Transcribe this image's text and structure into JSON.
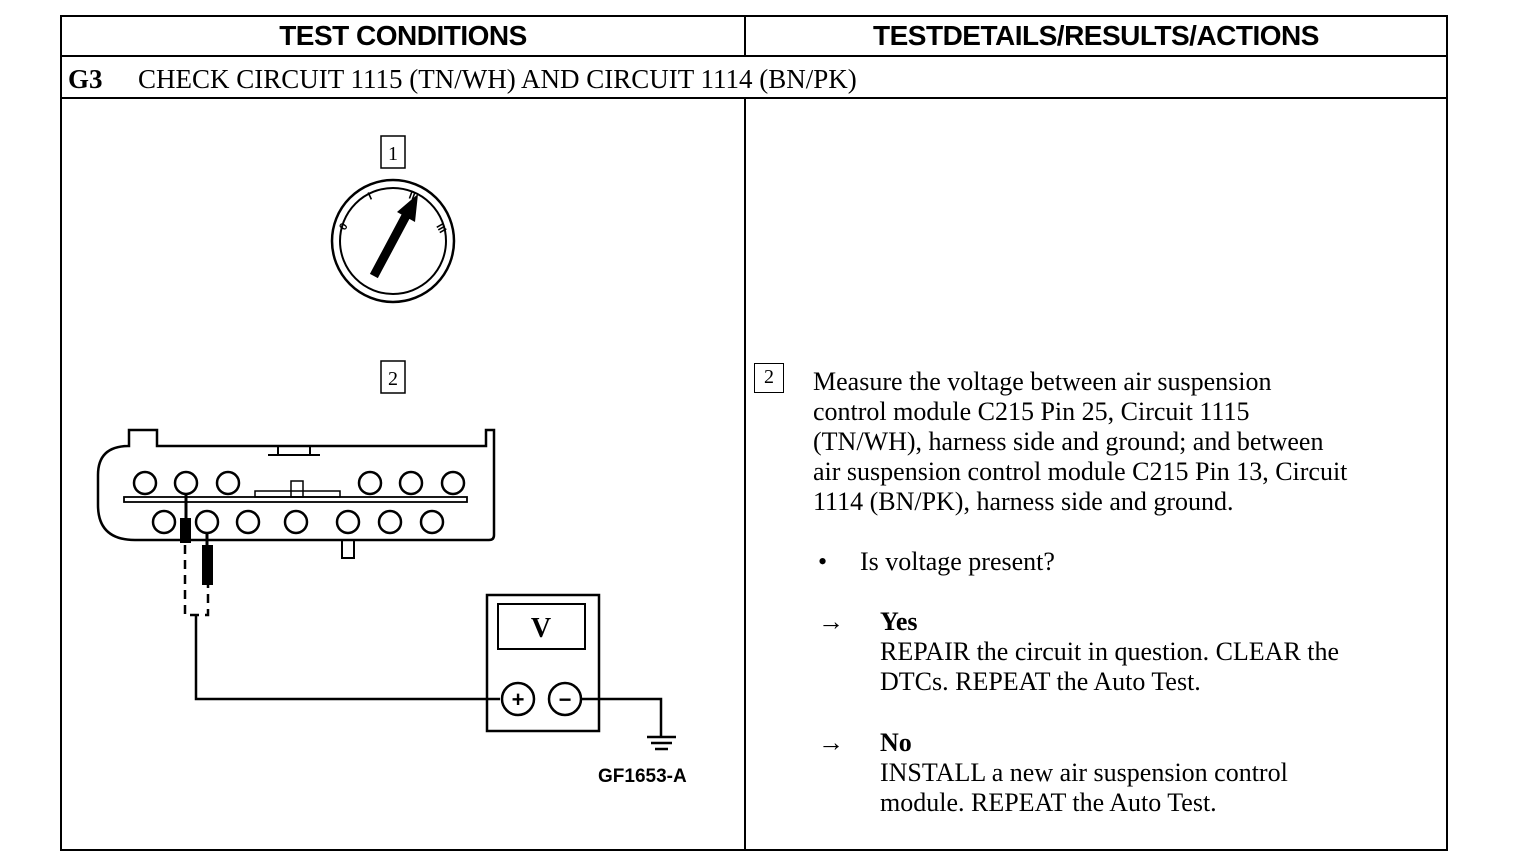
{
  "header": {
    "left": "TEST CONDITIONS",
    "right": "TESTDETAILS/RESULTS/ACTIONS"
  },
  "step": {
    "code": "G3",
    "title": "CHECK CIRCUIT 1115 (TN/WH) AND CIRCUIT 1114 (BN/PK)"
  },
  "figure": {
    "step1_label": "1",
    "step2_label": "2",
    "meter_symbol": "V",
    "plus": "+",
    "minus": "−",
    "figure_code": "GF1653-A",
    "ignition_positions": [
      "0",
      "I",
      "II",
      "III"
    ]
  },
  "details": {
    "step_number": "2",
    "instruction_lines": [
      "Measure the voltage between air suspension",
      "control module C215 Pin 25, Circuit 1115",
      "(TN/WH), harness side and ground; and between",
      "air suspension control module C215 Pin 13, Circuit",
      "1114 (BN/PK), harness side and ground."
    ],
    "bullet": "•",
    "question": "Is voltage present?",
    "arrow": "→",
    "yes": {
      "label": "Yes",
      "lines": [
        "REPAIR the circuit in question. CLEAR the",
        "DTCs. REPEAT the Auto Test."
      ]
    },
    "no": {
      "label": "No",
      "lines": [
        "INSTALL a new air suspension control",
        "module. REPEAT the Auto Test."
      ]
    }
  }
}
